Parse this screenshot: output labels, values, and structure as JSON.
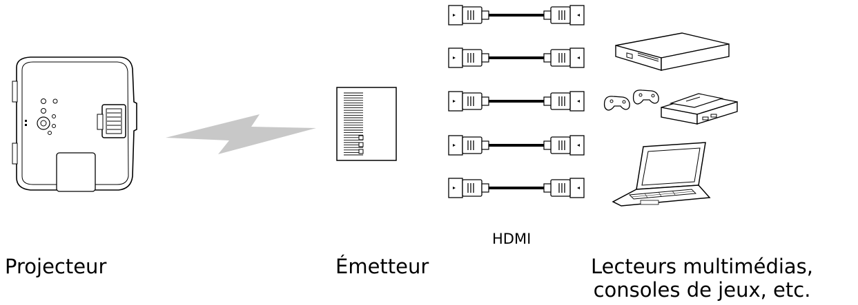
{
  "labels": {
    "projector": "Projecteur",
    "transmitter": "Émetteur",
    "sources": "Lecteurs multimédias, consoles de jeux, etc.",
    "cable": "HDMI"
  },
  "colors": {
    "outline": "#000000",
    "signal": "#c8c8c8",
    "fill": "#ffffff"
  },
  "icons": [
    "projector-icon",
    "wireless-signal-icon",
    "transmitter-icon",
    "hdmi-cable-icon",
    "media-player-icon",
    "game-controller-icon",
    "game-console-icon",
    "laptop-icon"
  ]
}
